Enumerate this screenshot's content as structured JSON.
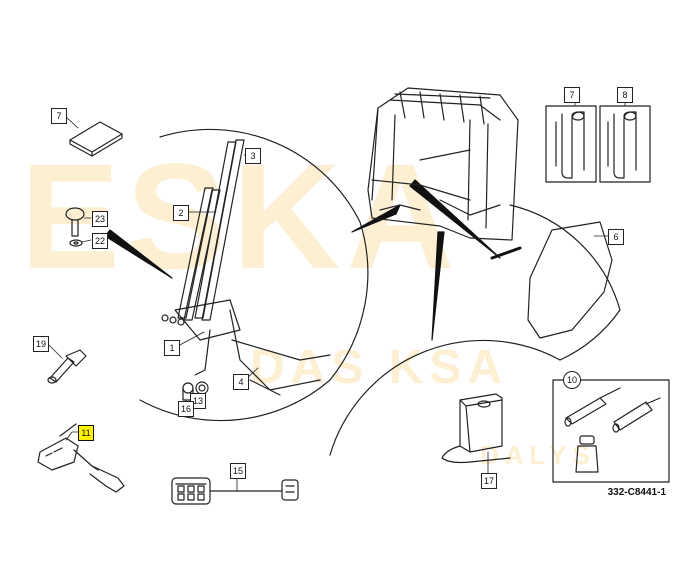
{
  "callouts": {
    "c1": "1",
    "c2": "2",
    "c3": "3",
    "c4": "4",
    "c6": "6",
    "c7a": "7",
    "c7b": "7",
    "c8": "8",
    "c10": "10",
    "c11": "11",
    "c13": "13",
    "c15": "15",
    "c16": "16",
    "c17": "17",
    "c19": "19",
    "c22": "22",
    "c23": "23"
  },
  "reference_code": "332-C8441-1",
  "watermark": {
    "main": "ESKA",
    "secondary": "DALYS",
    "mid": "DAS KSA"
  },
  "colors": {
    "watermark": "#f6c761",
    "highlight": "#fff200",
    "line": "#222222"
  }
}
